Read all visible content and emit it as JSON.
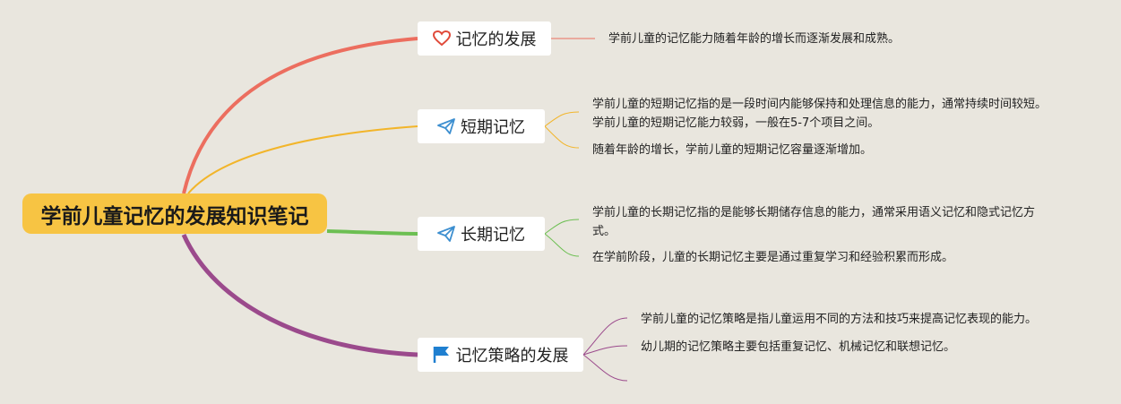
{
  "root": {
    "label": "学前儿童记忆的发展知识笔记"
  },
  "branches": [
    {
      "label": "记忆的发展",
      "icon": "heart-icon",
      "color": "#ec6e5f",
      "notes": [
        "学前儿童的记忆能力随着年龄的增长而逐渐发展和成熟。"
      ]
    },
    {
      "label": "短期记忆",
      "icon": "paper-plane-icon",
      "color": "#f2b52a",
      "notes": [
        "学前儿童的短期记忆指的是一段时间内能够保持和处理信息的能力，通常持续时间较短。学前儿童的短期记忆能力较弱，一般在5-7个项目之间。",
        "随着年龄的增长，学前儿童的短期记忆容量逐渐增加。"
      ]
    },
    {
      "label": "长期记忆",
      "icon": "paper-plane-icon",
      "color": "#6cbf52",
      "notes": [
        "学前儿童的长期记忆指的是能够长期储存信息的能力，通常采用语义记忆和隐式记忆方式。",
        "在学前阶段，儿童的长期记忆主要是通过重复学习和经验积累而形成。"
      ]
    },
    {
      "label": "记忆策略的发展",
      "icon": "flag-icon",
      "color": "#9b4a8c",
      "notes": [
        "学前儿童的记忆策略是指儿童运用不同的方法和技巧来提高记忆表现的能力。",
        "幼儿期的记忆策略主要包括重复记忆、机械记忆和联想记忆。"
      ]
    }
  ]
}
